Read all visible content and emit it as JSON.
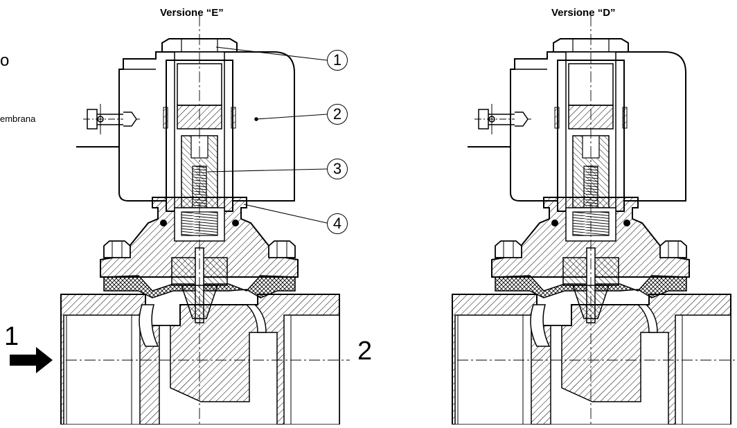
{
  "versions": [
    {
      "title": "Versione “E”"
    },
    {
      "title": "Versione “D”"
    }
  ],
  "side_text": {
    "word_fragment": "embrana",
    "partial_char": "o"
  },
  "callouts": [
    "1",
    "2",
    "3",
    "4"
  ],
  "ports": {
    "inlet": "1",
    "outlet": "2"
  },
  "colors": {
    "ink": "#000000",
    "background": "#ffffff"
  }
}
